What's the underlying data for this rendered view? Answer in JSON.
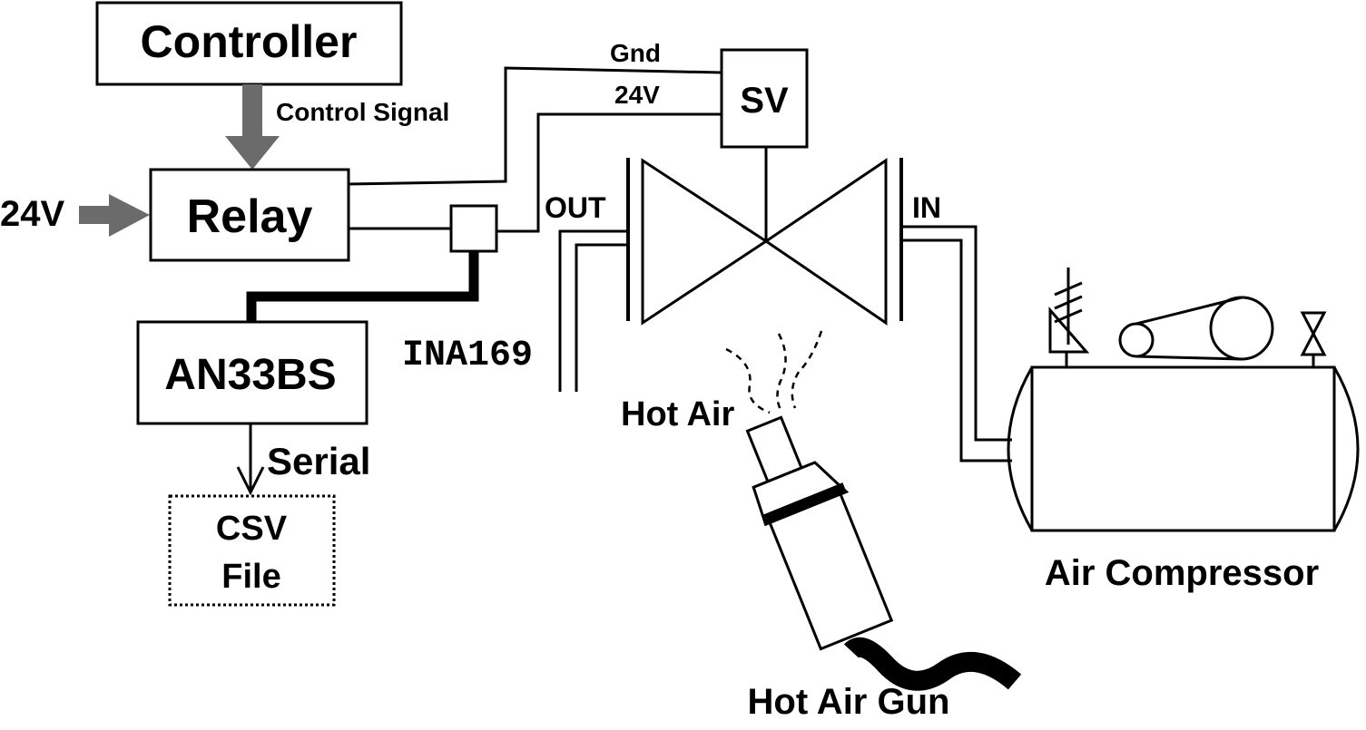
{
  "blocks": {
    "controller": "Controller",
    "relay": "Relay",
    "sv": "SV",
    "an33bs": "AN33BS",
    "csv_line1": "CSV",
    "csv_line2": "File"
  },
  "labels": {
    "control_signal": "Control Signal",
    "input_24v": "24V",
    "gnd": "Gnd",
    "sv_24v": "24V",
    "out": "OUT",
    "in": "IN",
    "ina169": "INA169",
    "serial": "Serial",
    "hot_air": "Hot Air",
    "hot_air_gun": "Hot Air Gun",
    "air_compressor": "Air Compressor"
  },
  "colors": {
    "line": "#000000",
    "arrow": "#6b6b6b",
    "background": "#ffffff"
  }
}
